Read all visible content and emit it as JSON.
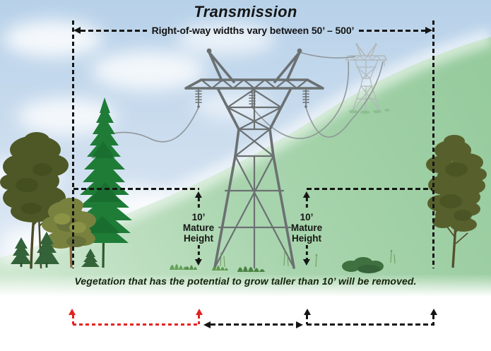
{
  "title": "Transmission",
  "right_of_way_label": "Right-of-way widths vary between 50’ – 500’",
  "mature_height_left": {
    "line1": "10’",
    "line2": "Mature",
    "line3": "Height"
  },
  "mature_height_right": {
    "line1": "10’",
    "line2": "Mature",
    "line3": "Height"
  },
  "caption": "Vegetation that has the potential to grow taller than 10’ will be removed.",
  "colors": {
    "annotation_black": "#151515",
    "legend_red": "#e3231f",
    "tower_gray": "#6b7072",
    "distant_tower_gray": "#b2b8ba",
    "hill_green": "#a9d5ae",
    "sky_blue": "#c3d8ec",
    "conifer_green": "#1e7c37",
    "olive_tree_green": "#4d5826",
    "caption_green": "#16240d"
  }
}
